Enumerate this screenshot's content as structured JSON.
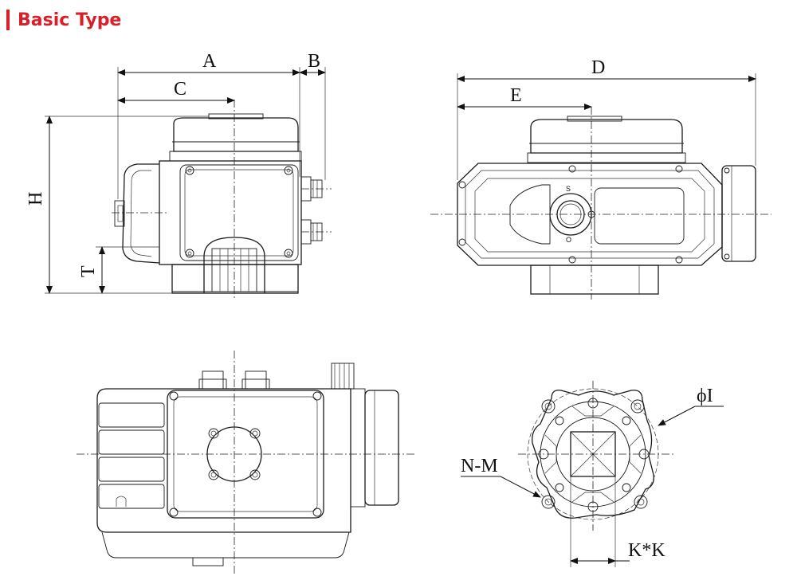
{
  "header": {
    "title": "Basic Type",
    "accent_color": "#d9202a"
  },
  "dimensions": {
    "A": "A",
    "B": "B",
    "C": "C",
    "D": "D",
    "E": "E",
    "H": "H",
    "T": "T",
    "phiI": "ϕI",
    "NM": "N-M",
    "KK": "K*K"
  },
  "indicator": {
    "s": "S",
    "o": "O"
  }
}
